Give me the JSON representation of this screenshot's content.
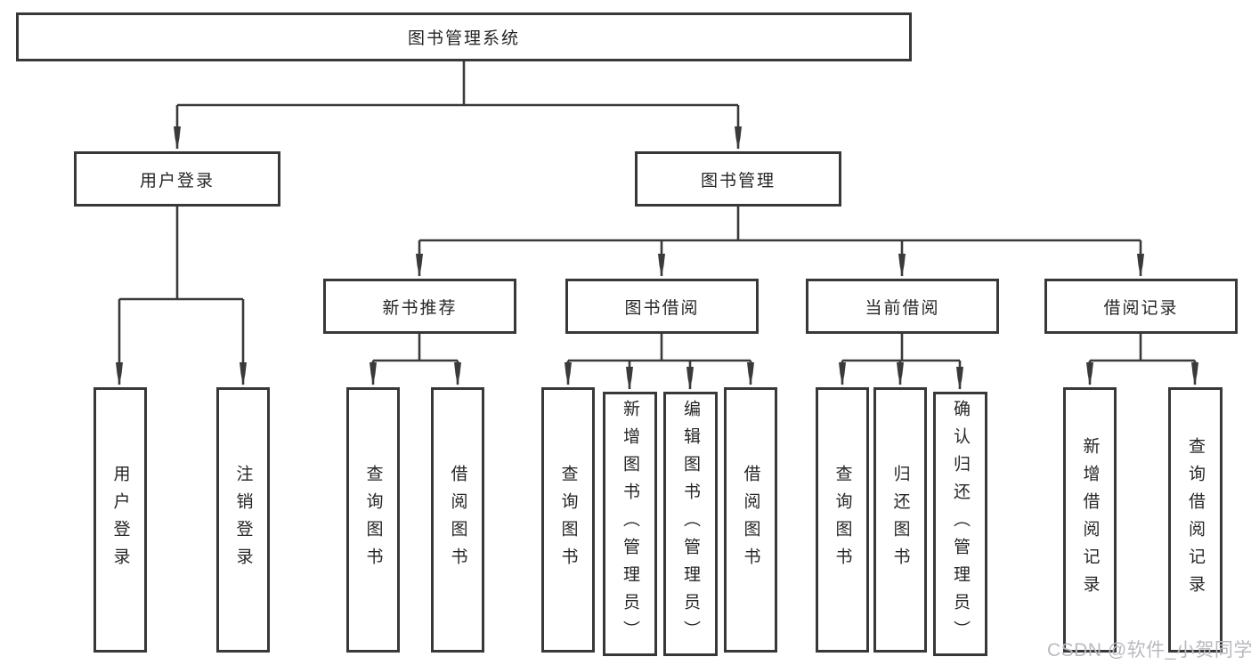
{
  "diagram": {
    "root": {
      "label": "图书管理系统"
    },
    "user_login": {
      "label": "用户登录",
      "children": [
        "用户登录",
        "注销登录"
      ]
    },
    "book_mgmt": {
      "label": "图书管理"
    },
    "new_books": {
      "label": "新书推荐",
      "children": [
        "查询图书",
        "借阅图书"
      ]
    },
    "book_borrow": {
      "label": "图书借阅",
      "children": [
        "查询图书",
        "新增图书（管理员）",
        "编辑图书（管理员）",
        "借阅图书"
      ]
    },
    "current_borrow": {
      "label": "当前借阅",
      "children": [
        "查询图书",
        "归还图书",
        "确认归还（管理员）"
      ]
    },
    "borrow_records": {
      "label": "借阅记录",
      "children": [
        "新增借阅记录",
        "查询借阅记录"
      ]
    }
  },
  "colors": {
    "line": "#3a3a3a",
    "border": "#383838",
    "text": "#262626",
    "watermark": "#b9b9c1"
  },
  "watermark": "CSDN @软件_小贺同学"
}
